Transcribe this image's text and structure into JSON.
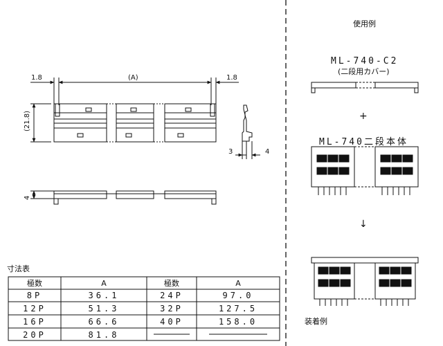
{
  "dimensions": {
    "left_margin": "1.8",
    "span": "(A)",
    "right_margin": "1.8",
    "height": "(21.8)",
    "side_width_left": "3",
    "side_width_right": "4",
    "bottom_height": "4"
  },
  "usage": {
    "title": "使用例",
    "cover_model": "ML-740-C2",
    "cover_name": "(二段用カバー)",
    "plus": "+",
    "body_model": "ML-740二段本体",
    "arrow": "↓",
    "assembled_label": "装着例"
  },
  "table": {
    "title": "寸法表",
    "headers": [
      "極数",
      "A",
      "極数",
      "A"
    ],
    "rows": [
      [
        "8P",
        "36.1",
        "24P",
        "97.0"
      ],
      [
        "12P",
        "51.3",
        "32P",
        "127.5"
      ],
      [
        "16P",
        "66.6",
        "40P",
        "158.0"
      ],
      [
        "20P",
        "81.8",
        "",
        ""
      ]
    ]
  }
}
